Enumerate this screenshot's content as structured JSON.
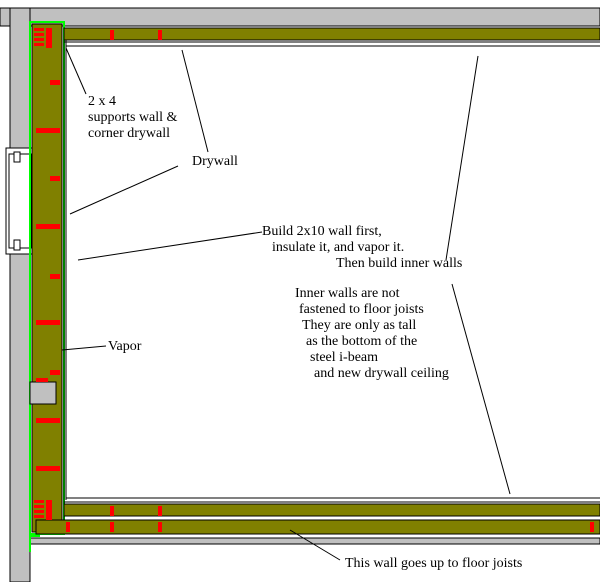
{
  "labels": {
    "stud": [
      "2 x 4",
      "supports wall &",
      "corner drywall"
    ],
    "drywall": "Drywall",
    "build": [
      "Build 2x10 wall first,",
      "insulate it, and vapor it.",
      "Then build inner walls"
    ],
    "inner": [
      "Inner walls are not",
      "fastened to floor joists",
      "They are only as tall",
      "as the bottom of the",
      "steel i-beam",
      "and new drywall ceiling"
    ],
    "vapor": "Vapor",
    "floor_wall": "This wall goes up to floor joists"
  },
  "colors": {
    "concrete": "#c0c0c0",
    "stud_wall": "#808000",
    "stud_block": "#ff0000",
    "vapor_barrier": "#00ff00",
    "drywall": "#ffffff",
    "line": "#000000"
  }
}
